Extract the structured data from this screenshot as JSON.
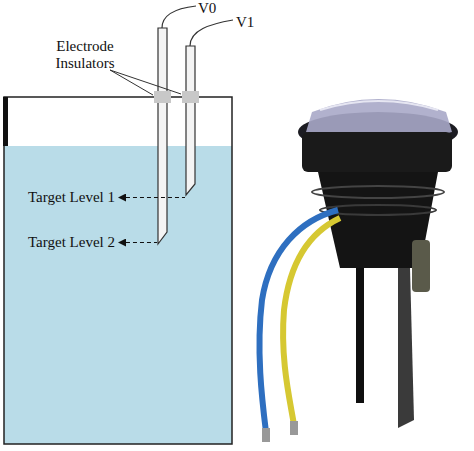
{
  "diagram": {
    "labels": [
      "V0",
      "V1",
      "Electrode Insulators",
      "Target Level 1",
      "Target Level 2"
    ]
  }
}
